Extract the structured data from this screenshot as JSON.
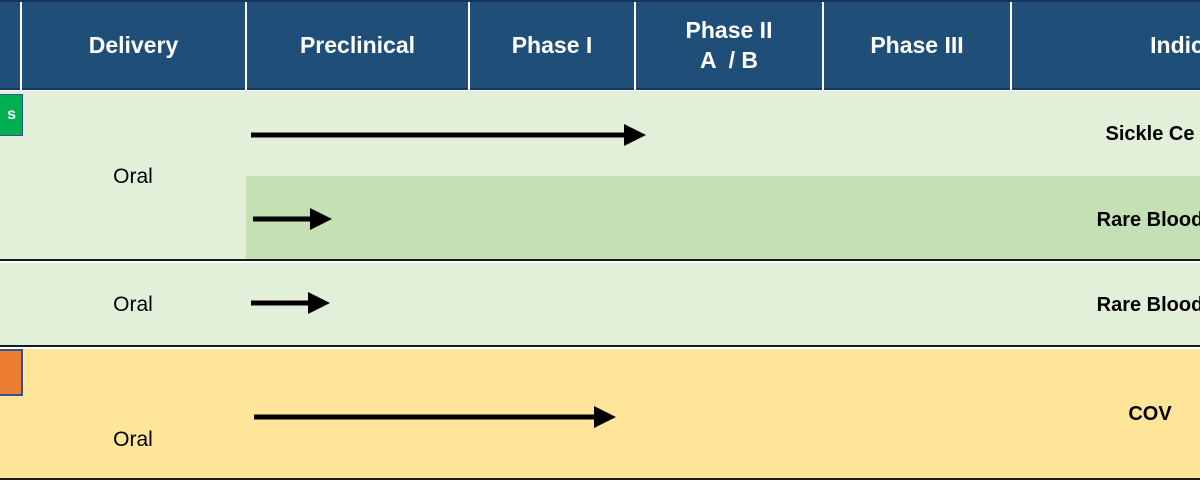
{
  "header": {
    "columns": [
      {
        "key": "delivery",
        "label": "Delivery"
      },
      {
        "key": "preclinical",
        "label": "Preclinical"
      },
      {
        "key": "phase1",
        "label": "Phase I"
      },
      {
        "key": "phase2",
        "label": "Phase II",
        "sub": "A  / B"
      },
      {
        "key": "phase3",
        "label": "Phase III"
      },
      {
        "key": "indication",
        "label": "Indic"
      }
    ]
  },
  "rows": [
    {
      "tag": "s",
      "tag_color": "#00b050",
      "delivery": "Oral",
      "indications": [
        "Sickle Ce",
        "Rare Blood"
      ],
      "progress_stage": [
        "phase1",
        "preclinical"
      ]
    },
    {
      "delivery": "Oral",
      "indications": [
        "Rare Blood"
      ],
      "progress_stage": [
        "preclinical"
      ]
    },
    {
      "tag": "",
      "tag_color": "#ed7d31",
      "delivery": "Oral",
      "indications": [
        "COV"
      ],
      "progress_stage": [
        "phase1"
      ]
    }
  ],
  "colors": {
    "header_bg": "#1f4e79",
    "band_green_light": "#e2efd9",
    "band_green_mid": "#c5e0b4",
    "band_yellow": "#ffe599",
    "arrow": "#000000"
  }
}
